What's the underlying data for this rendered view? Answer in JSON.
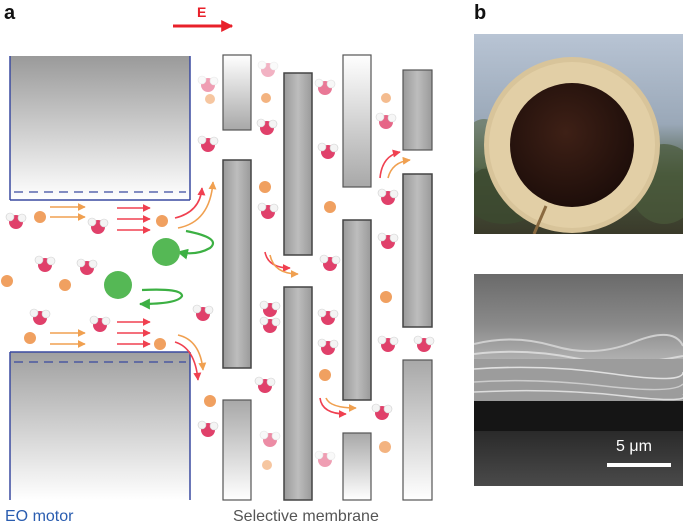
{
  "panel_a": {
    "label": "a",
    "field_label": "E",
    "caption_left": "EO motor",
    "caption_right": "Selective membrane"
  },
  "panel_b": {
    "label": "b",
    "scale_bar_label": "5 μm"
  },
  "colors": {
    "field_arrow": "#e8202a",
    "eo_motor_caption": "#2a5db0",
    "membrane_caption": "#555555",
    "block_border": "#3a4aa0",
    "water_oxygen": "#e0406a",
    "cation": "#f0a060",
    "large_particle": "#55b855",
    "flow_arrow_red": "#f04050",
    "flow_arrow_orange": "#f0a050"
  }
}
